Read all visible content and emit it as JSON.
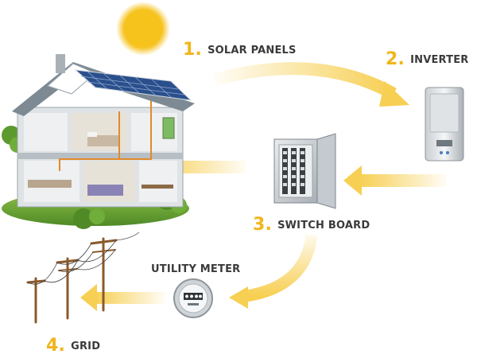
{
  "steps": [
    {
      "number": "1.",
      "label": "SOLAR PANELS"
    },
    {
      "number": "2.",
      "label": "INVERTER"
    },
    {
      "number": "3.",
      "label": "SWITCH BOARD"
    },
    {
      "number": "4.",
      "label": "GRID"
    }
  ],
  "utility_meter_label": "UTILITY METER",
  "colors": {
    "accent": "#f2b51b",
    "arrow": "#f7cf52",
    "text": "#3a3a3a",
    "sun": "#f6c21c",
    "house_wall": "#d8dde0",
    "roof": "#7d8a93",
    "panel": "#2a4f8c"
  }
}
